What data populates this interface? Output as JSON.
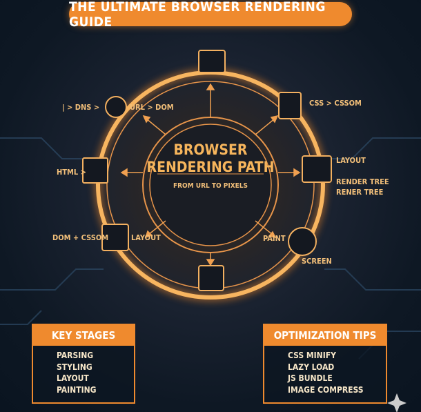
{
  "title": "THE ULTIMATE BROWSER RENDERING GUIDE",
  "center": {
    "line1": "BROWSER",
    "line2": "RENDERING PATH",
    "subtitle": "FROM URL TO PIXELS"
  },
  "stages": {
    "dns": "| > DNS >",
    "url": "URL > DOM",
    "css": "CSS > CSSOM",
    "layout_right": "LAYOUT",
    "render1": "RENDER TREE",
    "render2": "RENER TREE",
    "html": "HTML >",
    "paint": "PAINT",
    "screen": "SCREEN",
    "dom_cssom": "DOM + CSSOM",
    "layout_left": "LAYOUT"
  },
  "key_stages": {
    "header": "KEY STAGES",
    "items": [
      "PARSING",
      "STYLING",
      "LAYOUT",
      "PAINTING"
    ]
  },
  "optimization": {
    "header": "OPTIMIZATION TIPS",
    "items": [
      "CSS MINIFY",
      "LAZY LOAD",
      "JS BUNDLE",
      "IMAGE COMPRESS"
    ]
  },
  "colors": {
    "accent": "#ef8a2e",
    "background": "#0e1824",
    "text": "#f3c07a"
  }
}
